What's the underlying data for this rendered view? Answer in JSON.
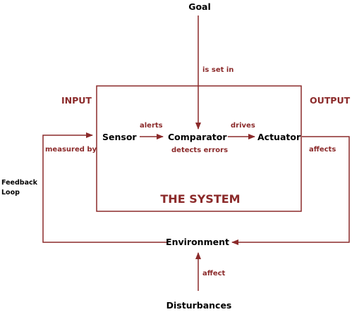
{
  "colors": {
    "accent": "#8b2a2a",
    "text": "#000000",
    "line": "#8b2a2a"
  },
  "nodes": {
    "goal": "Goal",
    "sensor": "Sensor",
    "comparator": "Comparator",
    "actuator": "Actuator",
    "environment": "Environment",
    "disturbances": "Disturbances"
  },
  "sections": {
    "input": "INPUT",
    "output": "OUTPUT",
    "system": "THE SYSTEM"
  },
  "edges": {
    "is_set_in": "is set in",
    "alerts": "alerts",
    "drives": "drives",
    "detects_errors": "detects errors",
    "measured_by": "measured by",
    "affects": "affects",
    "affect": "affect"
  },
  "feedback": {
    "line1": "Feedback",
    "line2": "Loop"
  }
}
